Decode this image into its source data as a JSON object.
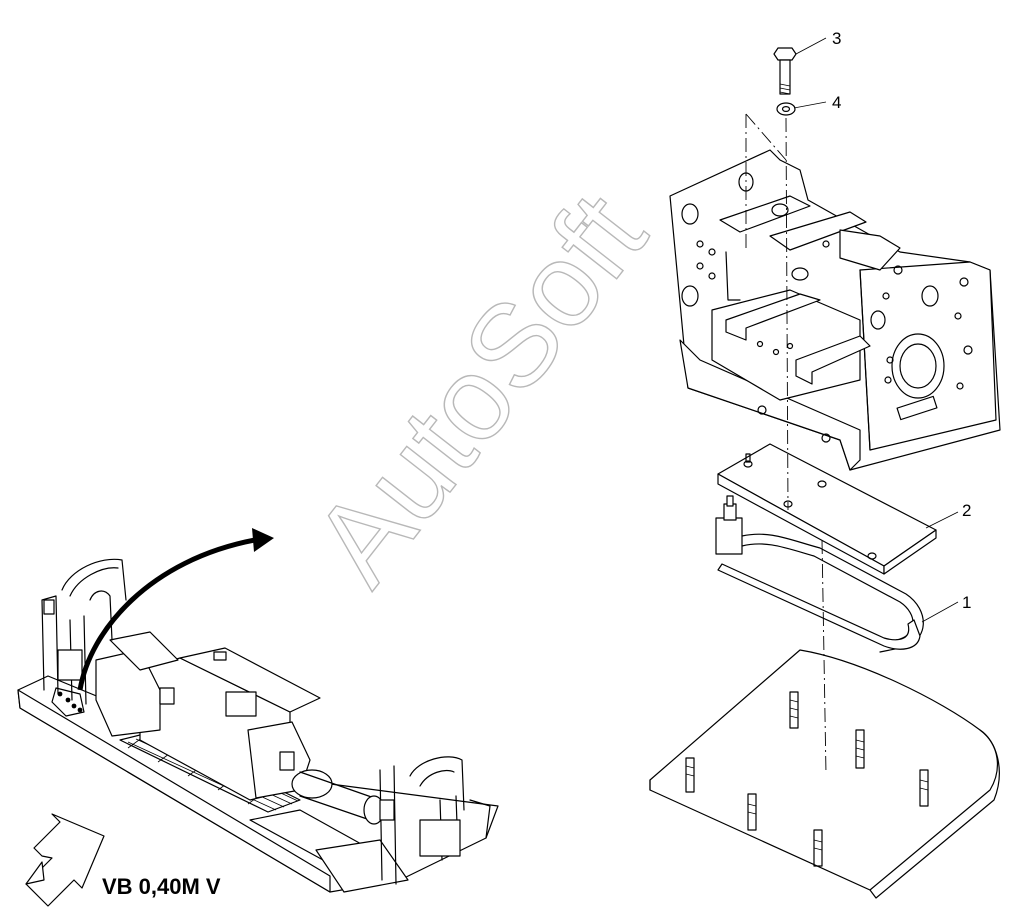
{
  "watermark": {
    "text": "AutoSoft"
  },
  "callouts": {
    "c1": "1",
    "c2": "2",
    "c3": "3",
    "c4": "4"
  },
  "model_label": "VB 0,40M V",
  "colors": {
    "line": "#000000",
    "watermark": "#b8b8b8",
    "background": "#ffffff"
  },
  "icons": {
    "view_direction": "outline-arrow-icon",
    "detail_pointer": "curved-arrow-icon"
  }
}
